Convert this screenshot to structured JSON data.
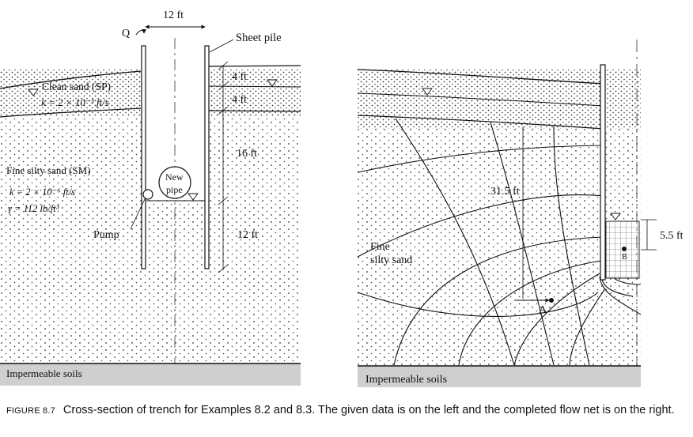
{
  "left_panel": {
    "width_dim": "12 ft",
    "q_label": "Q",
    "sheet_pile_label": "Sheet pile",
    "dim_1": "4 ft",
    "dim_2": "4 ft",
    "dim_3": "16 ft",
    "dim_4": "12 ft",
    "clean_sand_label": "Clean sand (SP)",
    "clean_sand_k": "k = 2 × 10⁻³ ft/s",
    "silty_sand_label": "Fine silty sand (SM)",
    "silty_sand_k": "k = 2 × 10⁻⁶ ft/s",
    "silty_sand_gamma": "γ = 112 lb/ft³",
    "new_pipe_line1": "New",
    "new_pipe_line2": "pipe",
    "pump_label": "Pump",
    "impermeable_label": "Impermeable soils"
  },
  "right_panel": {
    "dim_31_5": "31.5 ft",
    "dim_5_5": "5.5 ft",
    "fine_silty_sand_line1": "Fine",
    "fine_silty_sand_line2": "silty sand",
    "point_a": "A",
    "point_b": "B",
    "impermeable_label": "Impermeable soils"
  },
  "caption": {
    "figure_number": "FIGURE 8.7",
    "text": "Cross-section of trench for Examples 8.2 and 8.3. The given data is on the left and the completed flow net is on the right."
  }
}
